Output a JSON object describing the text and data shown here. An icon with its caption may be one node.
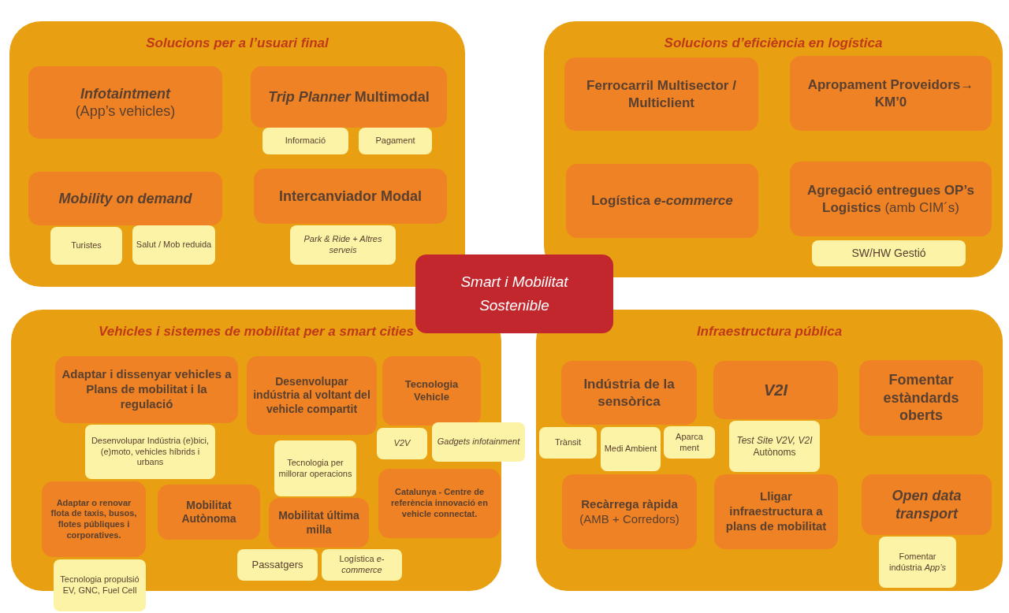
{
  "diagram": {
    "nodes": [
      {
        "text": [
          "Solucions per a l’usuari final"
        ]
      },
      {
        "text": [
          "Infotaintment",
          "(App’s vehicles)"
        ],
        "in": 0
      },
      {
        "text": [
          "*Trip Planner* Multimodal"
        ],
        "in": 0
      },
      {
        "text": [
          "Informació"
        ],
        "in": 0
      },
      {
        "text": [
          "Pagament"
        ],
        "in": 0
      },
      {
        "text": [
          "Mobility on demand"
        ],
        "in": 0
      },
      {
        "text": [
          "Turistes"
        ],
        "in": 0
      },
      {
        "text": [
          "Salut / Mob reduida"
        ],
        "in": 0
      },
      {
        "text": [
          "Intercanviador Modal"
        ],
        "in": 0
      },
      {
        "text": [
          "Park & Ride + Altres serveis"
        ],
        "in": 0
      },
      {
        "text": [
          "Solucions d’eficiència en logística"
        ]
      },
      {
        "text": [
          "Ferrocarril Multisector / Multiclient"
        ],
        "in": 10
      },
      {
        "text": [
          "Apropament Proveidors→ KM’0"
        ],
        "in": 10
      },
      {
        "text": [
          "Logística *e-commerce*"
        ],
        "in": 10
      },
      {
        "text": [
          "**Agregació entregues OP’s Logistics** (amb CIM´s)"
        ],
        "in": 10
      },
      {
        "text": [
          "SW/HW Gestió"
        ],
        "in": 10
      },
      {
        "text": [
          "Smart i Mobilitat Sostenible"
        ]
      },
      {
        "text": [
          "Vehicles i sistemes de mobilitat per a smart cities"
        ]
      },
      {
        "text": [
          "Adaptar i dissenyar vehicles a Plans de mobilitat i la regulació"
        ],
        "in": 17
      },
      {
        "text": [
          "Desenvolupar indústria al voltant del vehicle compartit"
        ],
        "in": 17
      },
      {
        "text": [
          "Tecnologia Vehicle"
        ],
        "in": 17
      },
      {
        "text": [
          "Desenvolupar Indústria (e)bici, (e)moto, vehicles híbrids i urbans"
        ],
        "in": 17
      },
      {
        "text": [
          "V2V"
        ],
        "in": 17
      },
      {
        "text": [
          "Gadgets infotainment"
        ]
      },
      {
        "text": [
          "Tecnologia per millorar operacions"
        ],
        "in": 17
      },
      {
        "text": [
          "Adaptar o renovar flota de taxis, busos, flotes públiques i corporatives."
        ],
        "in": 17
      },
      {
        "text": [
          "Mobilitat Autònoma"
        ],
        "in": 17
      },
      {
        "text": [
          "Mobilitat última milla"
        ],
        "in": 17
      },
      {
        "text": [
          "Catalunya - Centre de referència innovació en vehicle connectat."
        ],
        "in": 17
      },
      {
        "text": [
          "Tecnologia propulsió EV, GNC, Fuel Cell"
        ]
      },
      {
        "text": [
          "Passatgers"
        ],
        "in": 17
      },
      {
        "text": [
          "Logística *e-commerce*"
        ],
        "in": 17
      },
      {
        "text": [
          "Infraestructura pública"
        ]
      },
      {
        "text": [
          "Indústria de la sensòrica"
        ],
        "in": 32
      },
      {
        "text": [
          "V2I"
        ],
        "in": 32
      },
      {
        "text": [
          "Fomentar estàndards oberts"
        ],
        "in": 32
      },
      {
        "text": [
          "Trànsit"
        ],
        "in": 32
      },
      {
        "text": [
          "Medi Ambient"
        ],
        "in": 32
      },
      {
        "text": [
          "Aparca ment"
        ],
        "in": 32
      },
      {
        "text": [
          "*Test Site V2V, V2I* Autònoms"
        ],
        "in": 32
      },
      {
        "text": [
          "Recàrrega ràpida",
          "(AMB + Corredors)"
        ],
        "in": 32
      },
      {
        "text": [
          "Lligar infraestructura a plans de mobilitat"
        ],
        "in": 32
      },
      {
        "text": [
          "Open data transport"
        ],
        "in": 32
      },
      {
        "text": [
          "Fomentar indústria *App’s*"
        ],
        "in": 32
      }
    ]
  }
}
